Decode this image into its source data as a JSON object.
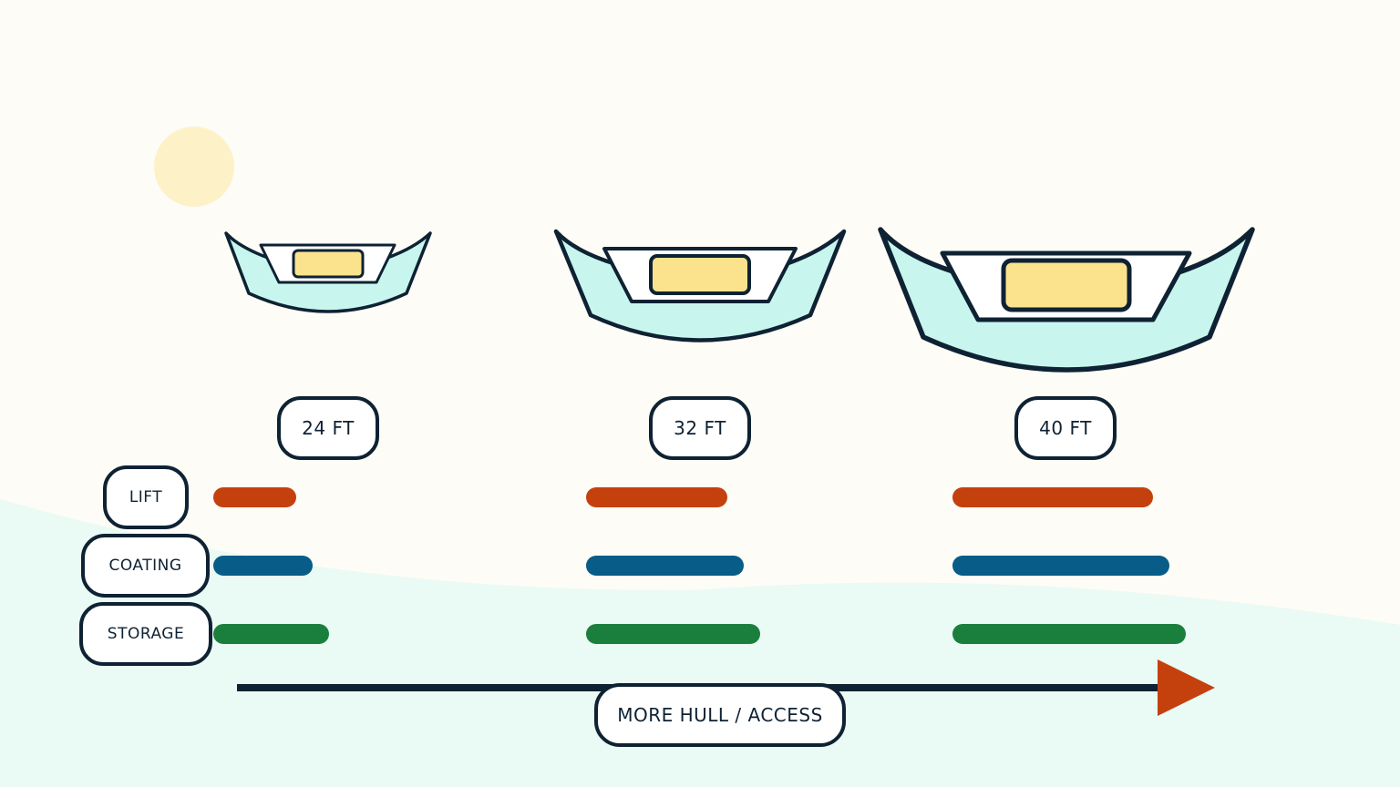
{
  "boats": [
    {
      "size_label": "24 FT"
    },
    {
      "size_label": "32 FT"
    },
    {
      "size_label": "40 FT"
    }
  ],
  "rows": [
    {
      "label": "LIFT",
      "color": "#c4410e"
    },
    {
      "label": "COATING",
      "color": "#075c88"
    },
    {
      "label": "STORAGE",
      "color": "#1a7f3c"
    }
  ],
  "axis": {
    "label": "MORE HULL / ACCESS",
    "arrow_color": "#c4410e"
  },
  "colors": {
    "background": "#fdfcf6",
    "ground": "#eafaf4",
    "sun": "#fdf1c8",
    "hull_fill": "#c8f6ee",
    "cabin_fill": "#ffffff",
    "window_fill": "#fbe38d",
    "outline": "#0e2233"
  }
}
